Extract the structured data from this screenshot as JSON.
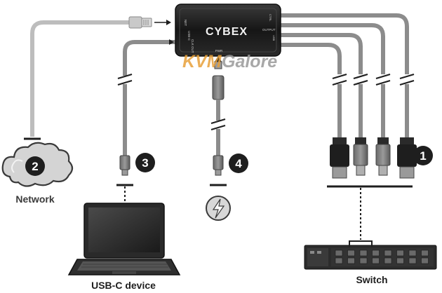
{
  "device": {
    "brand": "CYBEX",
    "port_labels_left": [
      "NET",
      "USB-C",
      "CLK OUT"
    ],
    "port_labels_right": [
      "OUTPUT",
      "CTRL",
      "USB"
    ],
    "power_label": "PWR"
  },
  "watermark": {
    "part1": "KVM",
    "part2": "Galore"
  },
  "callouts": [
    {
      "number": "1"
    },
    {
      "number": "2"
    },
    {
      "number": "3"
    },
    {
      "number": "4"
    }
  ],
  "labels": {
    "network": "Network",
    "usb_c_device": "USB-C device",
    "switch": "Switch"
  },
  "colors": {
    "cable_gray": "#8c8c8c",
    "cable_light": "#bdbdbd",
    "device_black": "#1e1e1e",
    "callout_bg": "#1e1e1e",
    "watermark_orange": "#e8a13a",
    "watermark_gray": "#9a9a9a"
  },
  "icons": {
    "network": "cloud-icon",
    "usb_c_device": "laptop-icon",
    "power": "lightning-bolt-icon",
    "switch": "kvm-switch-icon"
  }
}
